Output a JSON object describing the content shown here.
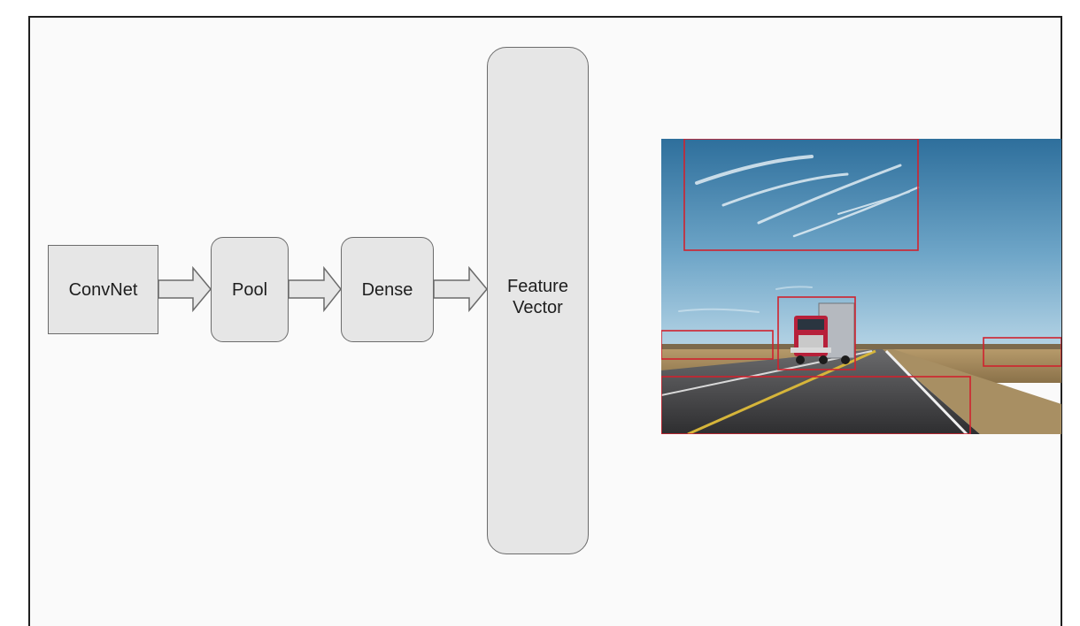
{
  "diagram": {
    "nodes": [
      {
        "id": "convnet",
        "label": "ConvNet"
      },
      {
        "id": "pool",
        "label": "Pool"
      },
      {
        "id": "dense",
        "label": "Dense"
      },
      {
        "id": "feature",
        "label": "Feature\nVector"
      }
    ],
    "edges": [
      {
        "from": "convnet",
        "to": "pool"
      },
      {
        "from": "pool",
        "to": "dense"
      },
      {
        "from": "dense",
        "to": "feature"
      }
    ]
  },
  "image": {
    "subject": "truck on desert highway",
    "colors": {
      "box": "#d0222e",
      "sky_top": "#2e6f9c",
      "sky_bottom": "#a9cde2",
      "road": "#3a3a3c"
    },
    "region_boxes": [
      "sky",
      "truck",
      "left-horizon",
      "right-horizon",
      "road"
    ]
  }
}
